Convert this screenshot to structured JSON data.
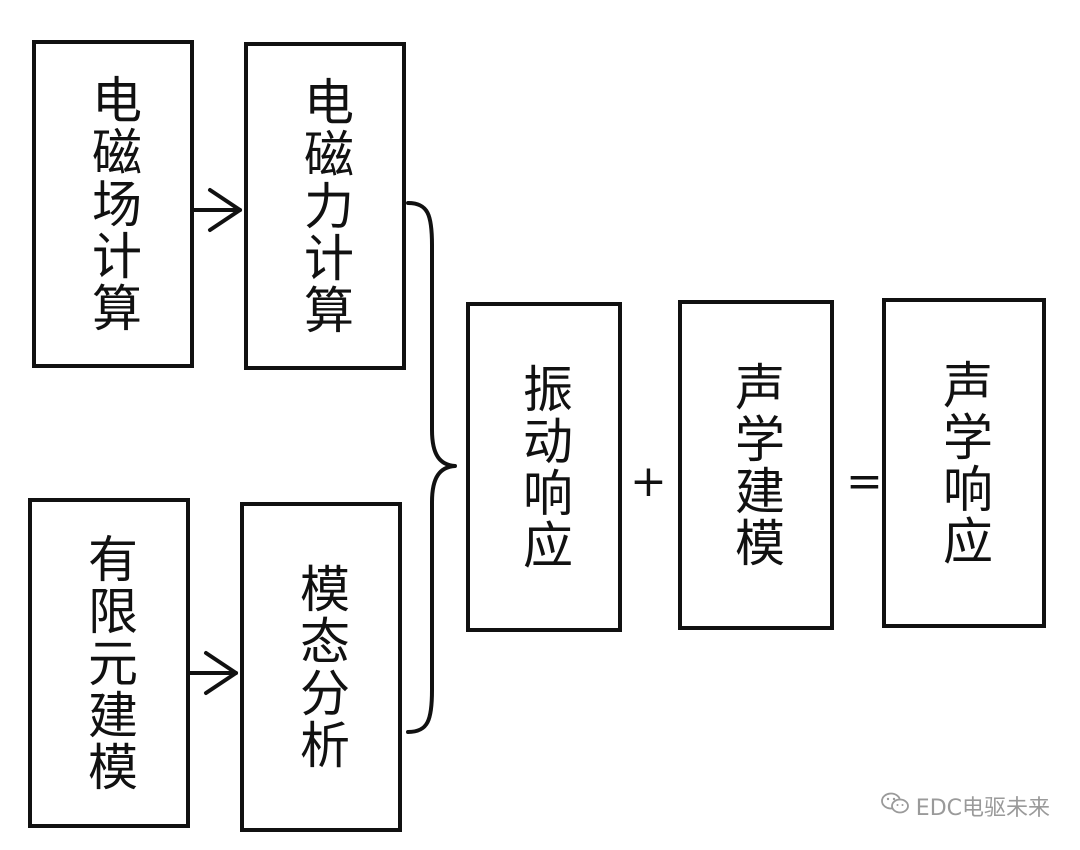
{
  "diagram": {
    "boxes": {
      "em_field": "电磁场计算",
      "em_force": "电磁力计算",
      "fem": "有限元建模",
      "modal": "模态分析",
      "vibration": "振动响应",
      "acoustic_model": "声学建模",
      "acoustic_response": "声学响应"
    },
    "operators": {
      "plus": "+",
      "equals": "="
    }
  },
  "watermark": {
    "text": "EDC电驱未来",
    "icon": "wechat-icon"
  },
  "colors": {
    "line": "#111111",
    "watermark": "#9a9a9a"
  }
}
